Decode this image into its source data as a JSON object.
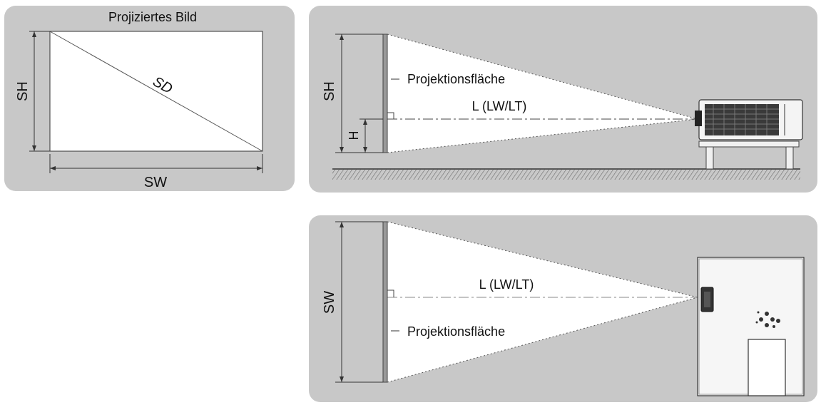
{
  "panels": {
    "image": {
      "title": "Projiziertes Bild",
      "height_label": "SH",
      "width_label": "SW",
      "diagonal_label": "SD"
    },
    "side_view": {
      "height_label": "SH",
      "offset_label": "H",
      "screen_label": "Projektionsfläche",
      "distance_label": "L (LW/LT)"
    },
    "top_view": {
      "width_label": "SW",
      "screen_label": "Projektionsfläche",
      "distance_label": "L (LW/LT)"
    }
  },
  "colors": {
    "panel_background": "#c8c8c8",
    "beam_fill": "#ffffff",
    "line": "#333333"
  }
}
